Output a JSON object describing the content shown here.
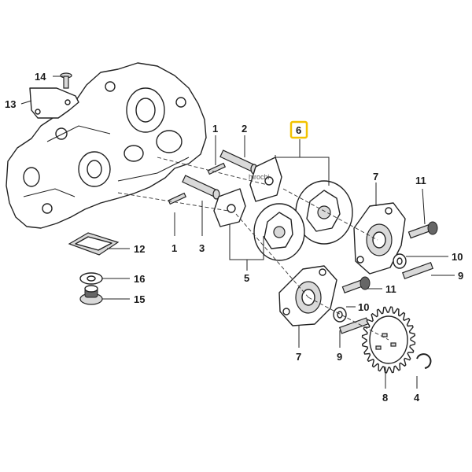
{
  "diagram": {
    "watermark": "hirochi",
    "highlight_color": "#f2c200",
    "callouts": {
      "c14": "14",
      "c13": "13",
      "c1a": "1",
      "c2": "2",
      "c6": "6",
      "c7a": "7",
      "c11a": "11",
      "c12": "12",
      "c1b": "1",
      "c3": "3",
      "c10a": "10",
      "c9a": "9",
      "c16": "16",
      "c15": "15",
      "c5": "5",
      "c11b": "11",
      "c10b": "10",
      "c7b": "7",
      "c9b": "9",
      "c8": "8",
      "c4": "4"
    }
  }
}
